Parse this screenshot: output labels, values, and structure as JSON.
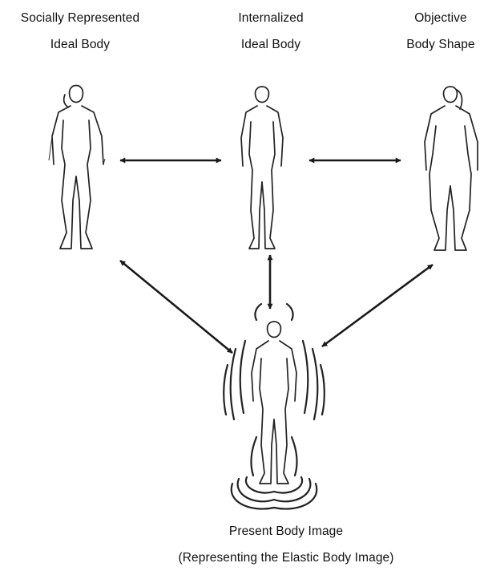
{
  "nodes": {
    "social": {
      "line1": "Socially Represented",
      "line2": "Ideal Body"
    },
    "internalized": {
      "line1": "Internalized",
      "line2": "Ideal Body"
    },
    "objective": {
      "line1": "Objective",
      "line2": "Body Shape"
    },
    "present": {
      "line1": "Present Body Image",
      "line2": "(Representing the Elastic Body Image)"
    }
  },
  "edges": [
    {
      "from": "social",
      "to": "internalized",
      "direction": "both"
    },
    {
      "from": "internalized",
      "to": "objective",
      "direction": "both"
    },
    {
      "from": "internalized",
      "to": "present",
      "direction": "both"
    },
    {
      "from": "social",
      "to": "present",
      "direction": "both"
    },
    {
      "from": "objective",
      "to": "present",
      "direction": "both"
    }
  ]
}
